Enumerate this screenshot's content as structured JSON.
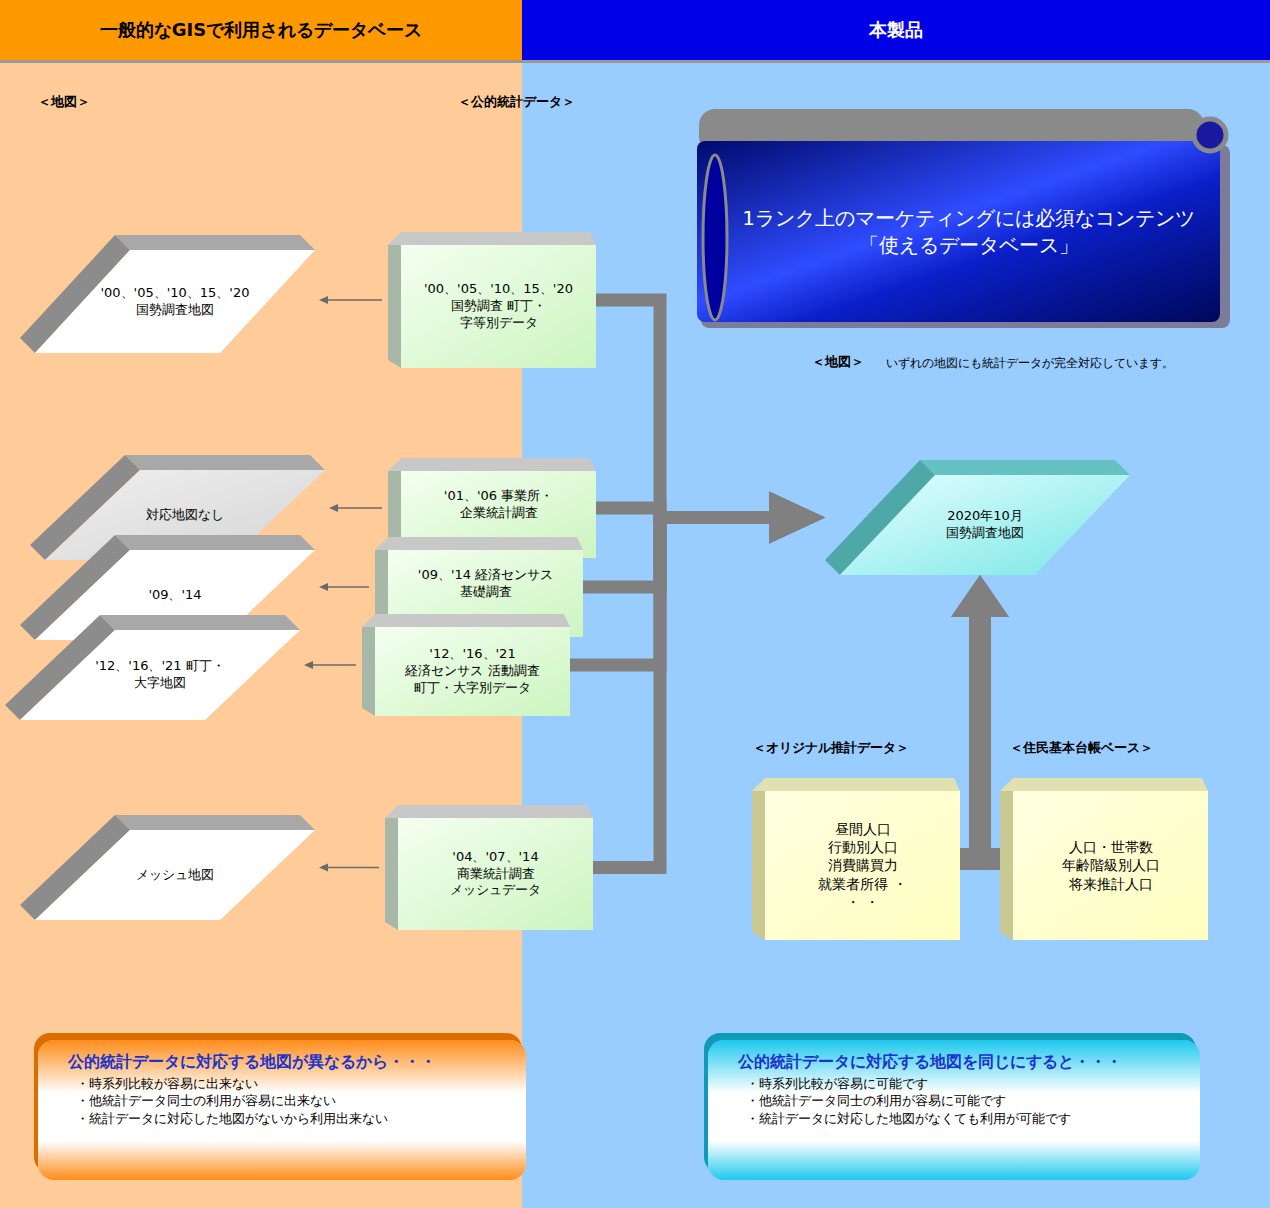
{
  "diagram": {
    "nodes": [
      {
        "text": [
          "一般的なGISで利用されるデータベース"
        ]
      },
      {
        "text": [
          "本製品"
        ]
      },
      {
        "text": [
          "'00、'05、'10、15、'20 国勢調査地図"
        ]
      },
      {
        "text": [
          "'00、'05、'10、15、'20 国勢調査 町丁・字等別データ"
        ]
      },
      {
        "text": [
          "対応地図なし"
        ]
      },
      {
        "text": [
          "'01、'06 事業所・企業統計調査"
        ]
      },
      {
        "text": [
          "'09、'14"
        ]
      },
      {
        "text": [
          "'09、'14 経済センサス 基礎調査"
        ]
      },
      {
        "text": [
          "'12、'16、'21 町丁・大字地図"
        ]
      },
      {
        "text": [
          "'12、'16、'21 経済センサス 活動調査 町丁・大字別データ"
        ]
      },
      {
        "text": [
          "メッシュ地図"
        ]
      },
      {
        "text": [
          "'04、'07、'14 商業統計調査 メッシュデータ"
        ]
      },
      {
        "text": [
          "1ランク上のマーケティングには必須なコンテンツ 「使えるデータベース」"
        ]
      },
      {
        "text": [
          "2020年10月 国勢調査地図"
        ]
      },
      {
        "text": [
          "昼間人口 行動別人口 消費購買力 就業者所得 ・ ・ ・"
        ]
      },
      {
        "text": [
          "人口・世帯数 年齢階級別人口 将来推計人口"
        ]
      },
      {
        "text": [
          "公的統計データに対応する地図が異なるから・・・",
          "・時系列比較が容易に出来ない",
          "・他統計データ同士の利用が容易に出来ない",
          "・統計データに対応した地図がないから利用出来ない"
        ]
      },
      {
        "text": [
          "公的統計データに対応する地図を同じにすると・・・",
          "・時系列比較が容易に可能です",
          "・他統計データ同士の利用が容易に可能です",
          "・統計データに対応した地図がなくても利用が可能です"
        ]
      }
    ],
    "edges": [
      {
        "from": 3,
        "to": 2,
        "arrow": "to"
      },
      {
        "from": 5,
        "to": 4,
        "arrow": "to"
      },
      {
        "from": 7,
        "to": 6,
        "arrow": "to"
      },
      {
        "from": 9,
        "to": 8,
        "arrow": "to"
      },
      {
        "from": 11,
        "to": 10,
        "arrow": "to"
      },
      {
        "from": 3,
        "to": 13,
        "arrow": "to"
      },
      {
        "from": 5,
        "to": 13,
        "arrow": "to"
      },
      {
        "from": 7,
        "to": 13,
        "arrow": "to"
      },
      {
        "from": 9,
        "to": 13,
        "arrow": "to"
      },
      {
        "from": 11,
        "to": 13,
        "arrow": "to"
      },
      {
        "from": 14,
        "to": 13,
        "arrow": "to"
      },
      {
        "from": 15,
        "to": 13,
        "arrow": "to"
      }
    ],
    "labels": [
      "＜地図＞",
      "＜公的統計データ＞",
      "＜地図＞",
      "いずれの地図にも統計データが完全対応しています。",
      "＜オリジナル推計データ＞",
      "＜住民基本台帳ベース＞"
    ]
  }
}
